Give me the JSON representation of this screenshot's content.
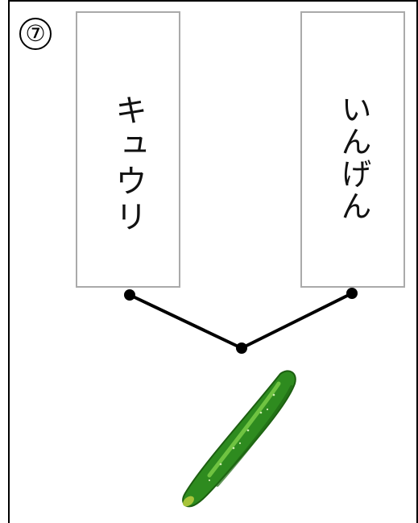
{
  "badge": {
    "number": "⑦"
  },
  "left_card": {
    "word": "キュウリ"
  },
  "right_card": {
    "word": "いんげん"
  },
  "illustration": {
    "icon": "cucumber-icon",
    "color": "#2e8b1f"
  },
  "connector": {
    "color": "#000000"
  }
}
